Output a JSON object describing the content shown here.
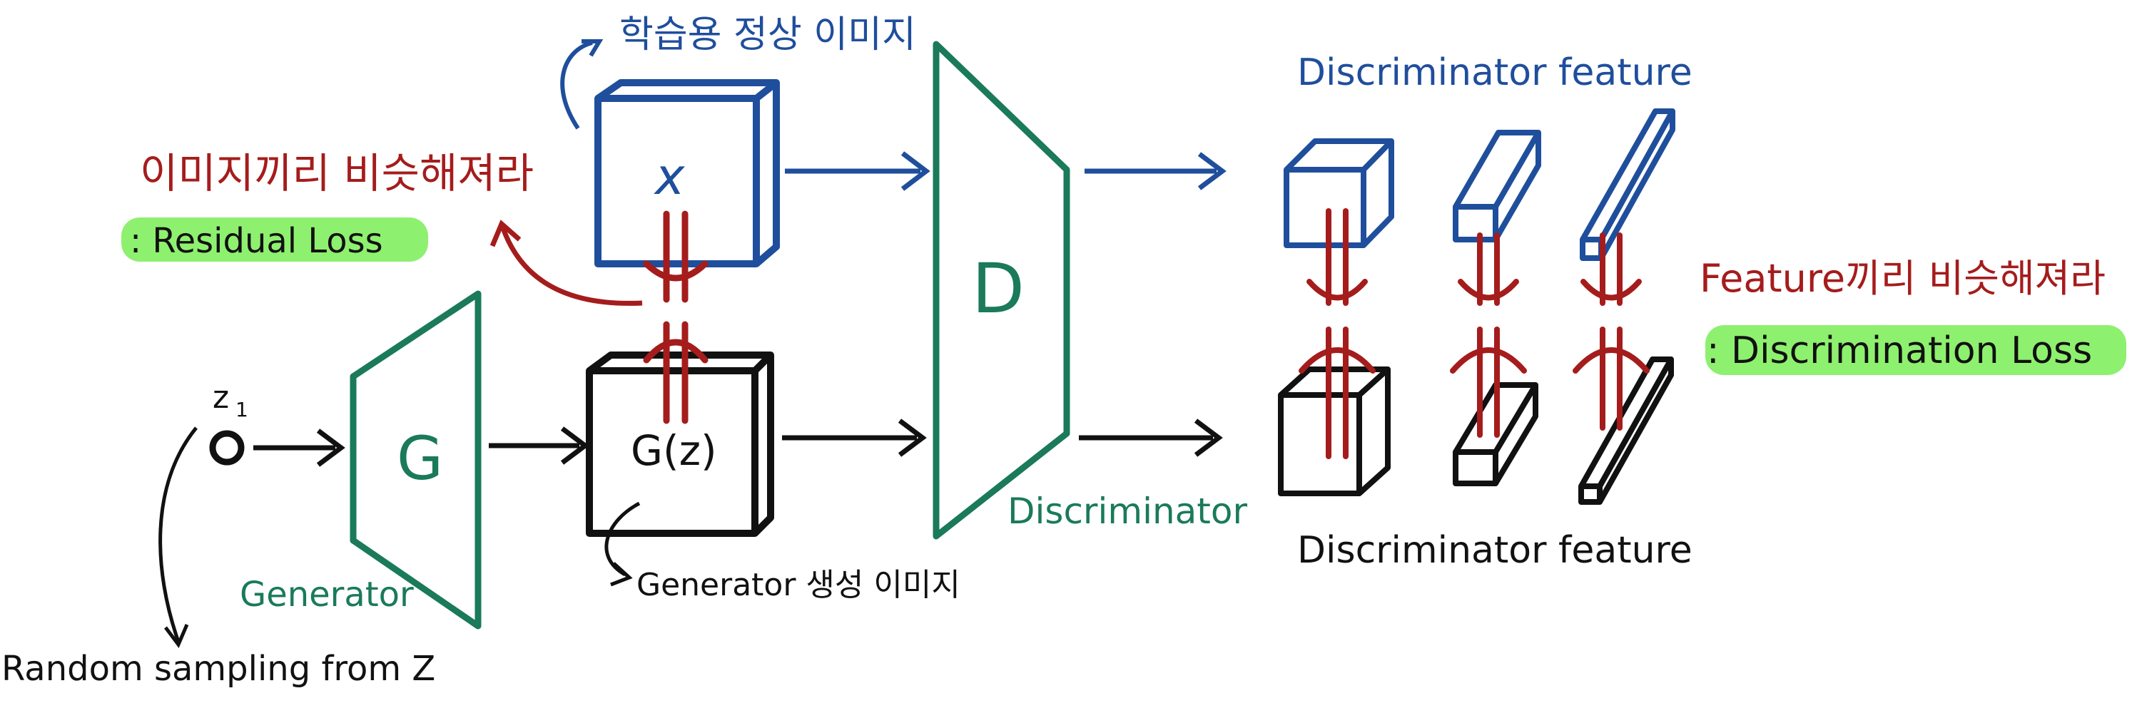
{
  "colors": {
    "blue": "#1f4e9c",
    "green": "#1a7a5a",
    "red": "#a51c1c",
    "black": "#111111",
    "highlight": "#8ef06f"
  },
  "labels": {
    "normal_image": "학습용 정상 이미지",
    "x_symbol": "x",
    "residual_title": "이미지끼리 비슷해져라",
    "residual_loss": ": Residual Loss",
    "z_symbol": "z",
    "z_sub": "1",
    "generator_letter": "G",
    "generator_label": "Generator",
    "gz_label": "G(z)",
    "generated_image": "Generator 생성 이미지",
    "random_sampling": "Random sampling from Z",
    "discriminator_letter": "D",
    "discriminator_label": "Discriminator",
    "feature_blue": "Discriminator feature",
    "feature_black": "Discriminator feature",
    "feature_title": "Feature끼리 비슷해져라",
    "discrimination_loss": ": Discrimination Loss"
  },
  "icons": {
    "input_node": "circle-node-icon",
    "arrow": "arrow-right-icon",
    "pull_arrows": "opposing-arrows-icon"
  }
}
